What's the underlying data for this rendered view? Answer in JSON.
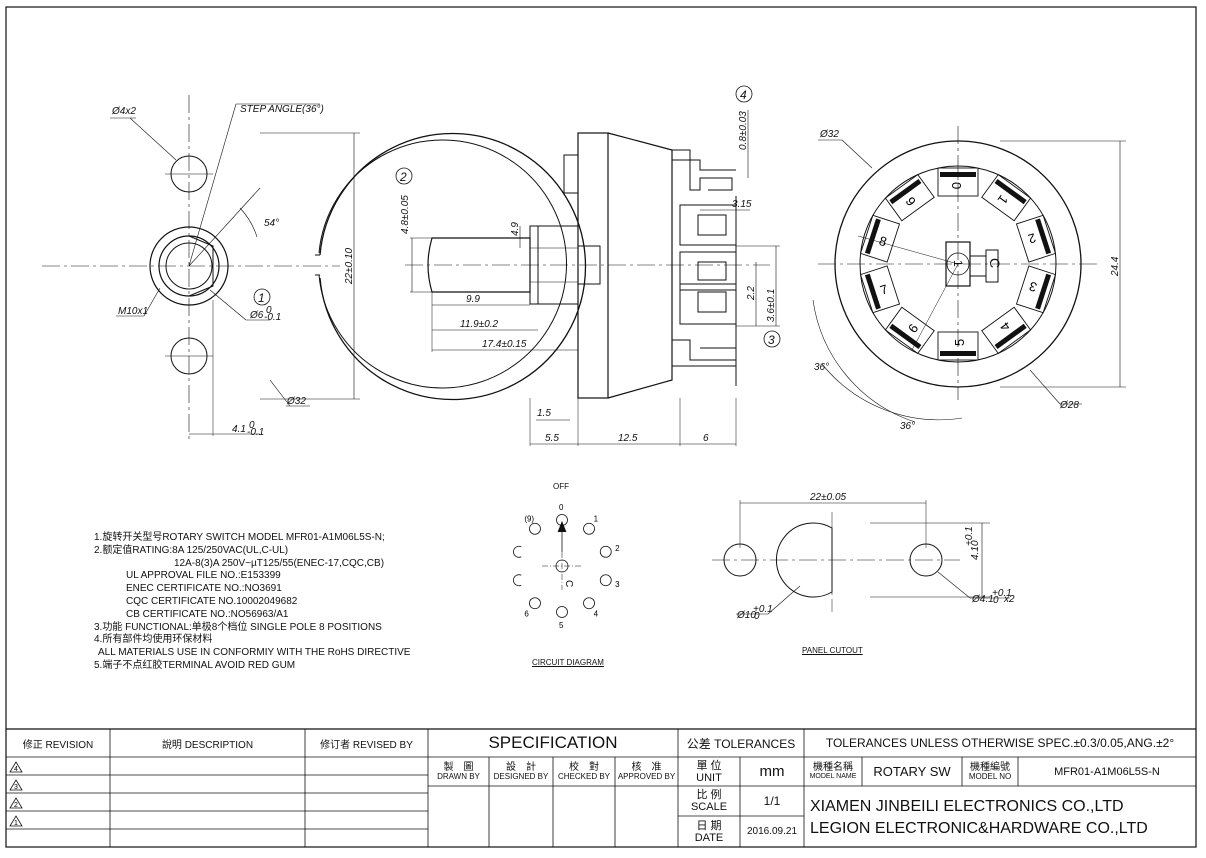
{
  "views": {
    "front": {
      "hole_label": "Ø4x2",
      "step_angle_label": "STEP  ANGLE(36°)",
      "angle_label": "54°",
      "thread_label": "M10x1",
      "shaft_label": "Ø6",
      "shaft_tol": "-0.1",
      "shaft_tol_up": "0",
      "dia_label": "Ø32",
      "height_label": "22±0.10",
      "flat_label": "4.1",
      "flat_tol": "-0.1",
      "flat_tol_up": "0",
      "callout": "1"
    },
    "side": {
      "dims": [
        "4.8±0.05",
        "4.9",
        "9.9",
        "11.9±0.2",
        "17.4±0.15",
        "0.8±0.03",
        "3.15",
        "2.2",
        "3.6±0.1",
        "1.5",
        "5.5",
        "12.5",
        "6"
      ],
      "callouts": [
        "2",
        "4",
        "3"
      ]
    },
    "rear": {
      "dia_label": "Ø32",
      "height_label": "24.4",
      "inner_label": "Ø28",
      "angle_a": "36°",
      "angle_b": "36°",
      "positions": [
        "0",
        "1",
        "2",
        "3",
        "4",
        "5",
        "6",
        "7",
        "8",
        "9"
      ],
      "center_label": "C",
      "callout": "1"
    }
  },
  "circuit": {
    "caption": "CIRCUIT DIAGRAM",
    "off_label": "OFF",
    "positions": [
      "0",
      "1",
      "2",
      "3",
      "4",
      "5",
      "6",
      "(9)"
    ],
    "center_label": "C"
  },
  "panel": {
    "caption": "PANEL CUTOUT",
    "width_label": "22±0.05",
    "height_label": "4.1",
    "height_tol_up": "+0.1",
    "height_tol_dn": "0",
    "big_hole_label": "Ø10",
    "big_hole_tol_up": "+0.1",
    "big_hole_tol_dn": "0",
    "small_hole_label": "Ø4.1",
    "small_hole_tol_up": "+0.1",
    "small_hole_tol_dn": "0",
    "small_hole_suffix": "x2"
  },
  "notes": [
    "1.旋转开关型号ROTARY SWITCH MODEL MFR01-A1M06L5S-N;",
    "2.额定值RATING:8A 125/250VAC(UL,C-UL)",
    "12A-8(3)A 250V~µT125/55(ENEC-17,CQC,CB)",
    "UL APPROVAL FILE NO.:E153399",
    "ENEC CERTIFICATE NO.:NO3691",
    "CQC CERTIFICATE NO.10002049682",
    "CB CERTIFICATE NO.:NO56963/A1",
    "3.功能 FUNCTIONAL:单极8个档位  SINGLE POLE 8 POSITIONS",
    "4.所有部件均使用环保材料",
    "ALL MATERIALS USE IN CONFORMIY  WITH THE RoHS DIRECTIVE",
    "5.端子不点红胶TERMINAL AVOID RED GUM"
  ],
  "title_block": {
    "revision_header": "修正 REVISION",
    "description_header": "說明 DESCRIPTION",
    "revised_by_header": "修订者 REVISED BY",
    "revision_marks": [
      "4",
      "3",
      "2",
      "1"
    ],
    "specification": "SPECIFICATION",
    "tolerances_header": "公差 TOLERANCES",
    "tolerances_text": "TOLERANCES UNLESS OTHERWISE SPEC.±0.3/0.05,ANG.±2°",
    "drawn_by": [
      "製　圖",
      "DRAWN BY"
    ],
    "designed_by": [
      "設　計",
      "DESIGNED BY"
    ],
    "checked_by": [
      "校　對",
      "CHECKED BY"
    ],
    "approved_by": [
      "核　准",
      "APPROVED BY"
    ],
    "unit_label": [
      "單 位",
      "UNIT"
    ],
    "unit_value": "mm",
    "model_name_label": [
      "機種名稱",
      "MODEL NAME"
    ],
    "model_name_value": "ROTARY SW",
    "model_no_label": [
      "機種編號",
      "MODEL NO"
    ],
    "model_no_value": "MFR01-A1M06L5S-N",
    "scale_label": [
      "比 例",
      "SCALE"
    ],
    "scale_value": "1/1",
    "date_label": [
      "日 期",
      "DATE"
    ],
    "date_value": "2016.09.21",
    "company_1": "XIAMEN JINBEILI ELECTRONICS CO.,LTD",
    "company_2": "LEGION ELECTRONIC&HARDWARE CO.,LTD"
  }
}
